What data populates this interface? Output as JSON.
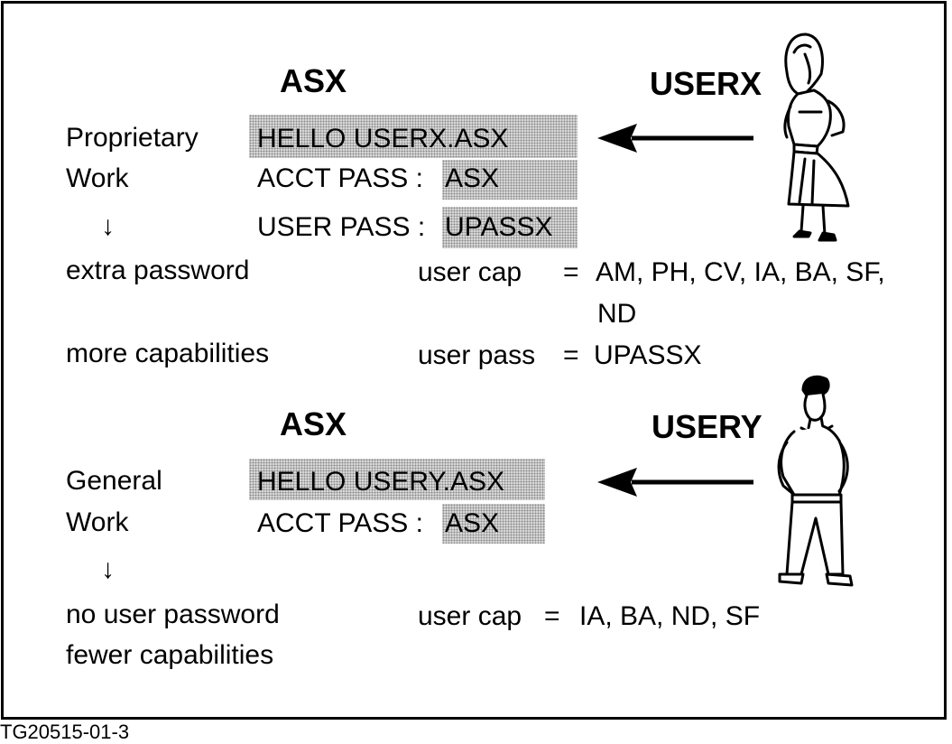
{
  "section_x": {
    "system": "ASX",
    "user": "USERX",
    "labels": [
      "Proprietary",
      "Work",
      "extra password",
      "more capabilities"
    ],
    "down_arrow": "↓",
    "hello": "HELLO USERX.ASX",
    "acct_pass_label": "ACCT PASS :",
    "acct_pass_value": "ASX",
    "user_pass_label": "USER PASS :",
    "user_pass_value": "UPASSX",
    "user_cap_label": "user   cap",
    "equals": "=",
    "user_cap_line1": "AM, PH, CV, IA, BA, SF,",
    "user_cap_line2": "ND",
    "user_pass_text_label": "user pass",
    "user_pass_text_value": "UPASSX"
  },
  "section_y": {
    "system": "ASX",
    "user": "USERY",
    "labels": [
      "General",
      "Work",
      "no user password",
      "fewer  capabilities"
    ],
    "down_arrow": "↓",
    "hello": "HELLO USERY.ASX",
    "acct_pass_label": "ACCT PASS :",
    "acct_pass_value": "ASX",
    "user_cap_label": "user cap",
    "equals": "=",
    "user_cap_value": "IA, BA, ND, SF"
  },
  "figure_code": "TG20515-01-3",
  "colors": {
    "ink": "#000000",
    "shade": "#d8d8d8",
    "background": "#ffffff"
  }
}
